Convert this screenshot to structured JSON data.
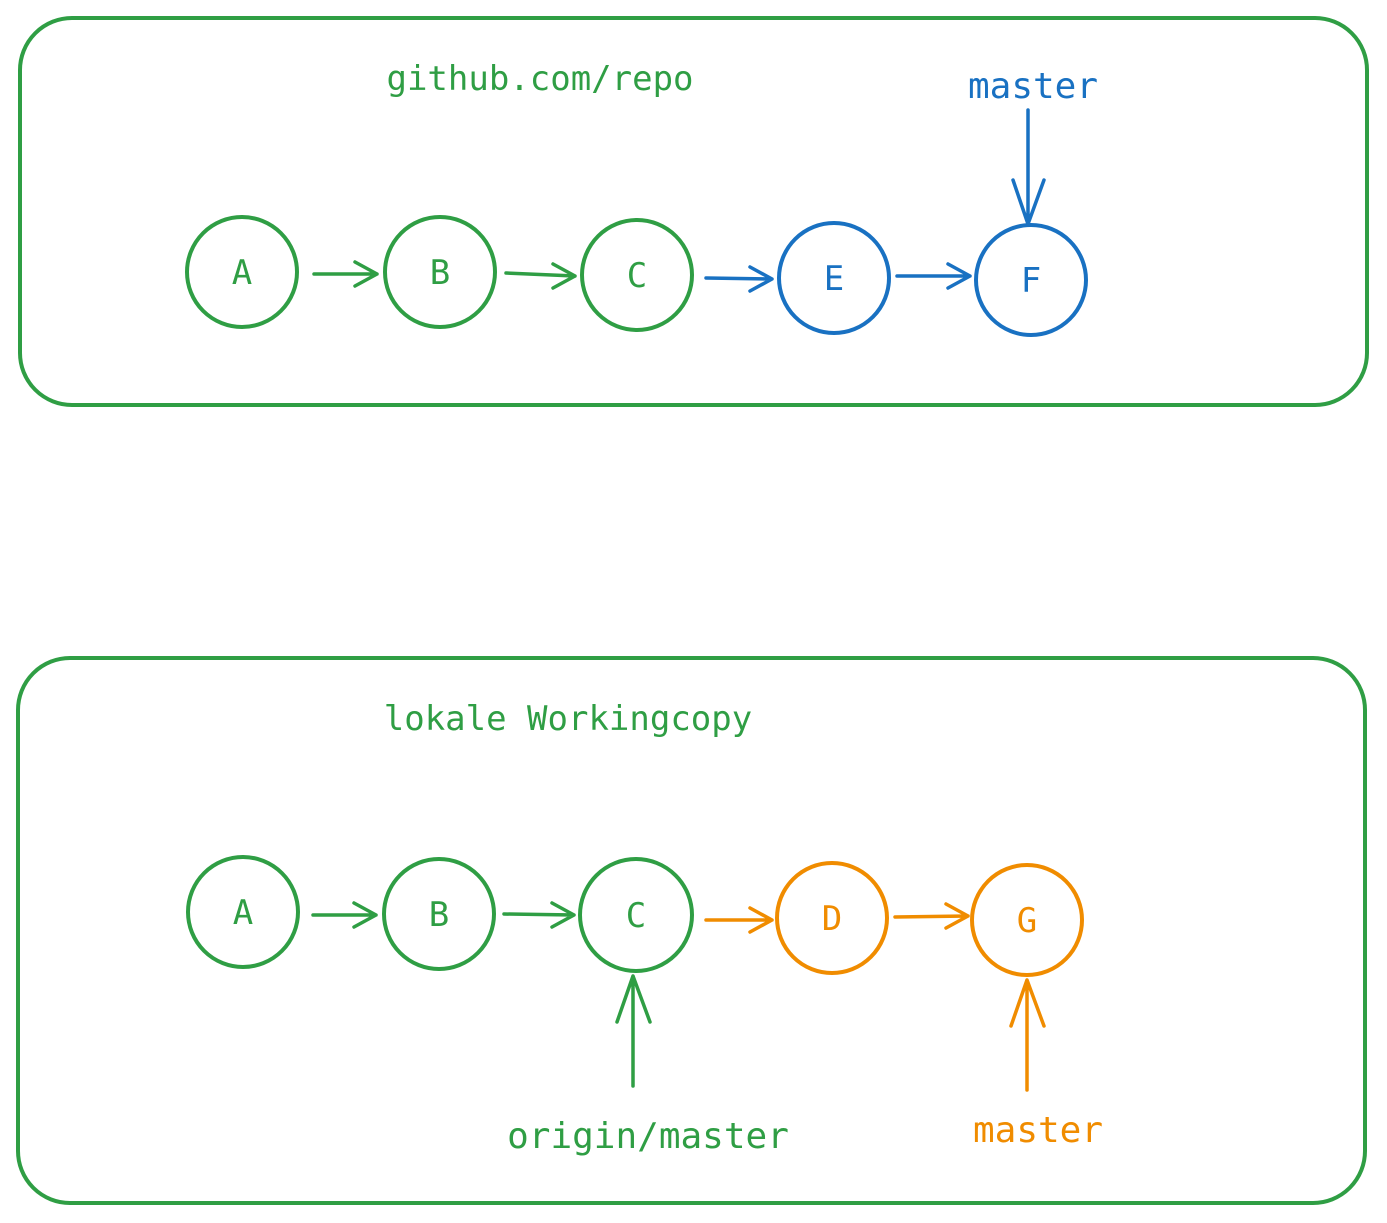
{
  "colors": {
    "green": "#2f9e44",
    "blue": "#1971c2",
    "orange": "#f08c00"
  },
  "remote": {
    "title": "github.com/repo",
    "commits": [
      {
        "label": "A",
        "color": "green"
      },
      {
        "label": "B",
        "color": "green"
      },
      {
        "label": "C",
        "color": "green"
      },
      {
        "label": "E",
        "color": "blue"
      },
      {
        "label": "F",
        "color": "blue"
      }
    ],
    "pointers": [
      {
        "label": "master",
        "target": "F",
        "color": "blue"
      }
    ]
  },
  "local": {
    "title": "lokale Workingcopy",
    "commits": [
      {
        "label": "A",
        "color": "green"
      },
      {
        "label": "B",
        "color": "green"
      },
      {
        "label": "C",
        "color": "green"
      },
      {
        "label": "D",
        "color": "orange"
      },
      {
        "label": "G",
        "color": "orange"
      }
    ],
    "pointers": [
      {
        "label": "origin/master",
        "target": "C",
        "color": "green"
      },
      {
        "label": "master",
        "target": "G",
        "color": "orange"
      }
    ]
  }
}
